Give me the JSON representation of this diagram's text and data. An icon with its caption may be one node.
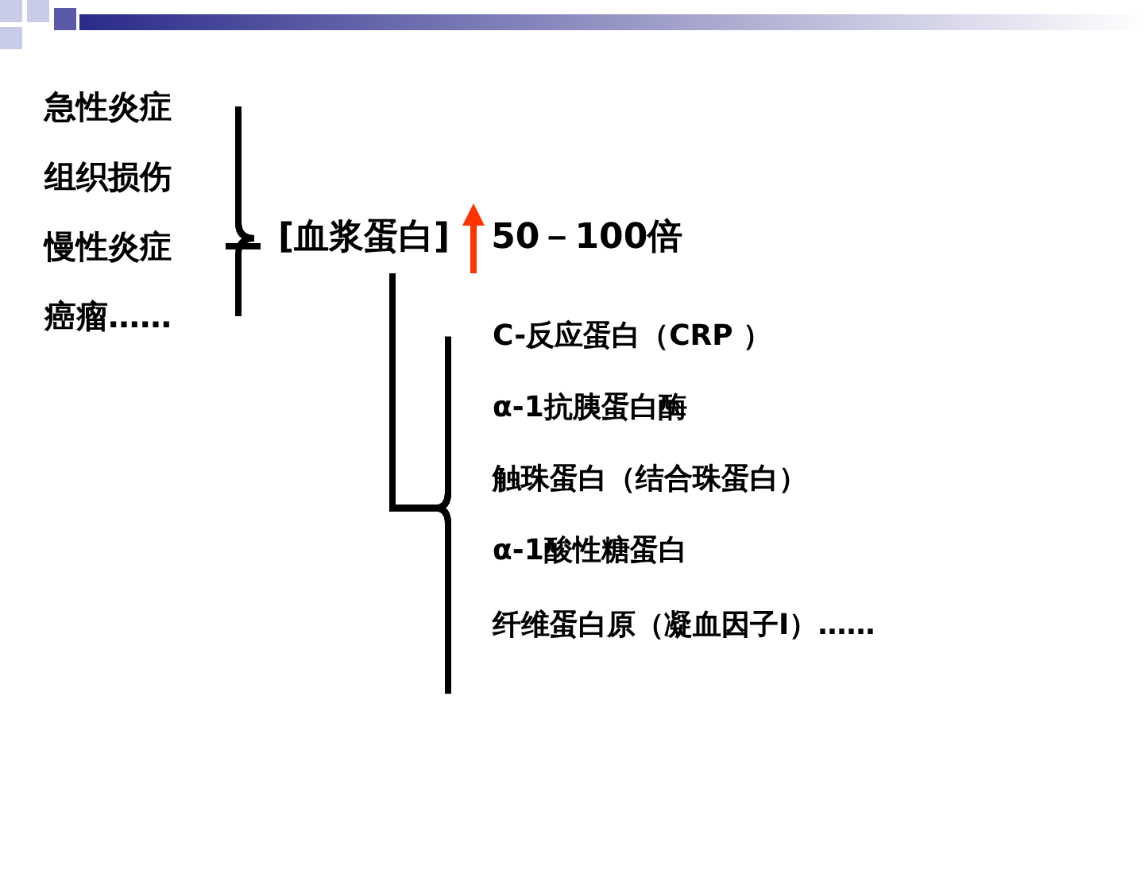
{
  "diagram": {
    "nodes": [
      {
        "text": [
          "急性炎症"
        ]
      },
      {
        "text": [
          "组织损伤"
        ]
      },
      {
        "text": [
          "慢性炎症"
        ]
      },
      {
        "text": [
          "癌瘤……"
        ]
      },
      {
        "text": [
          "[血浆蛋白]"
        ],
        "beside": [
          "50－100倍"
        ]
      },
      {
        "text": [
          "C-反应蛋白（CRP ）"
        ]
      },
      {
        "text": [
          "α-1抗胰蛋白酶"
        ]
      },
      {
        "text": [
          "触珠蛋白（结合珠蛋白）"
        ]
      },
      {
        "text": [
          "α-1酸性糖蛋白"
        ]
      },
      {
        "text": [
          "纤维蛋白原（凝血因子Ⅰ）……"
        ]
      }
    ],
    "edges": [
      {
        "from": 0,
        "to": 4,
        "arrow": "none"
      },
      {
        "from": 1,
        "to": 4,
        "arrow": "none"
      },
      {
        "from": 2,
        "to": 4,
        "arrow": "none"
      },
      {
        "from": 3,
        "to": 4,
        "arrow": "none"
      },
      {
        "from": 4,
        "to": 5,
        "arrow": "none"
      },
      {
        "from": 4,
        "to": 6,
        "arrow": "none"
      },
      {
        "from": 4,
        "to": 7,
        "arrow": "none"
      },
      {
        "from": 4,
        "to": 8,
        "arrow": "none"
      },
      {
        "from": 4,
        "to": 9,
        "arrow": "none"
      }
    ]
  }
}
